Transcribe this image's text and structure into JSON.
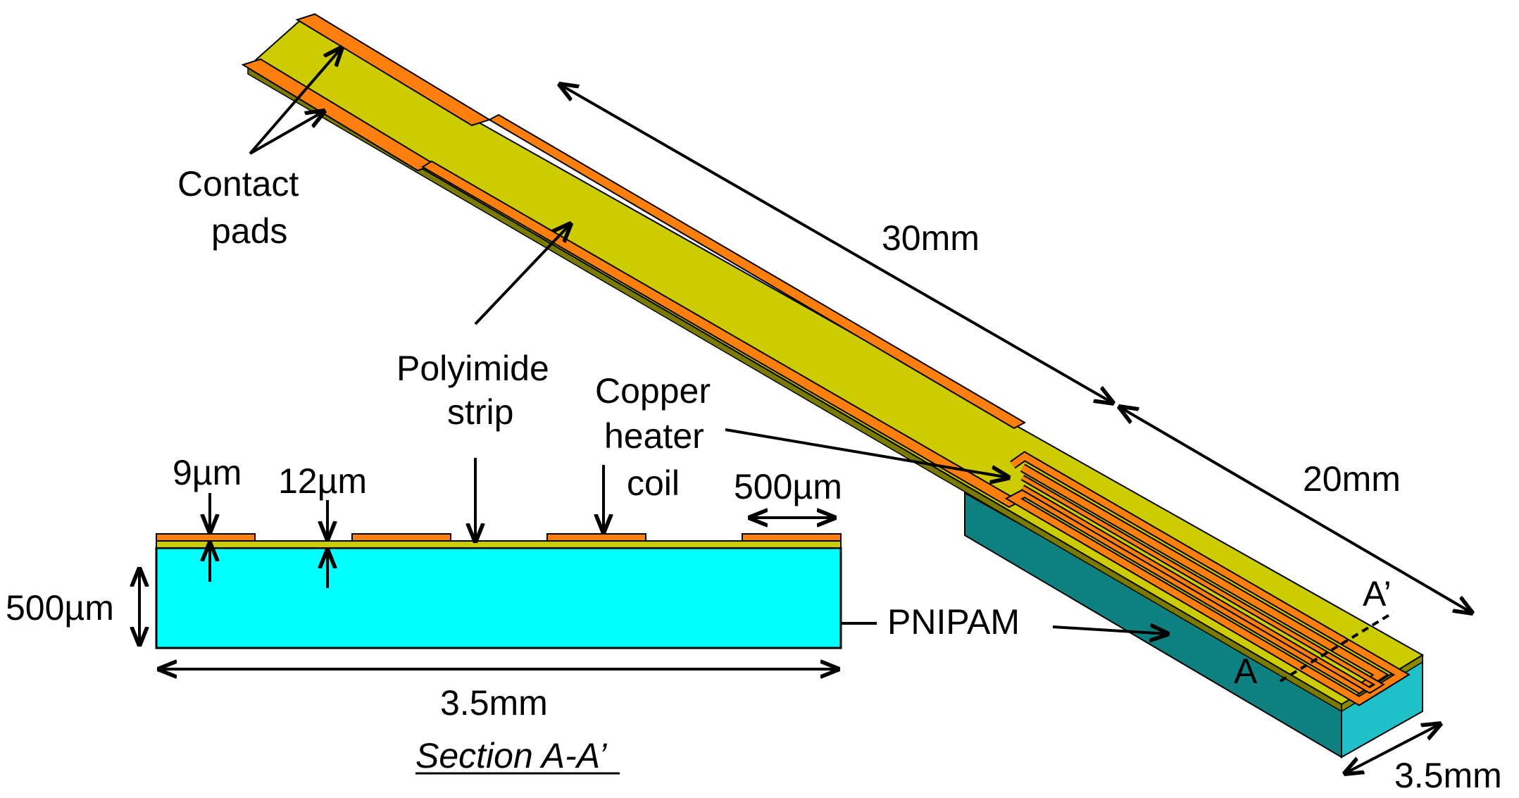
{
  "labels": {
    "contact_pads_line1": "Contact",
    "contact_pads_line2": "pads",
    "polyimide_line1": "Polyimide",
    "polyimide_line2": "strip",
    "copper_line1": "Copper",
    "copper_line2": "heater",
    "copper_line3": "coil",
    "dim_30mm": "30mm",
    "dim_20mm": "20mm",
    "dim_3_5mm_right": "3.5mm",
    "pnipam": "PNIPAM",
    "section_a_prime": "A’",
    "section_a": "A",
    "dim_9um": "9µm",
    "dim_12um": "12µm",
    "dim_500um_width": "500µm",
    "dim_500um_height": "500µm",
    "dim_3_5mm_section": "3.5mm",
    "section_caption": "Section A-A’"
  },
  "colors": {
    "polyimide": "#cccc00",
    "copper": "#ff7f0e",
    "pnipam_section": "#00ffff",
    "pnipam_front": "#20c0c8",
    "pnipam_side": "#0e8080",
    "outline": "#000000"
  }
}
